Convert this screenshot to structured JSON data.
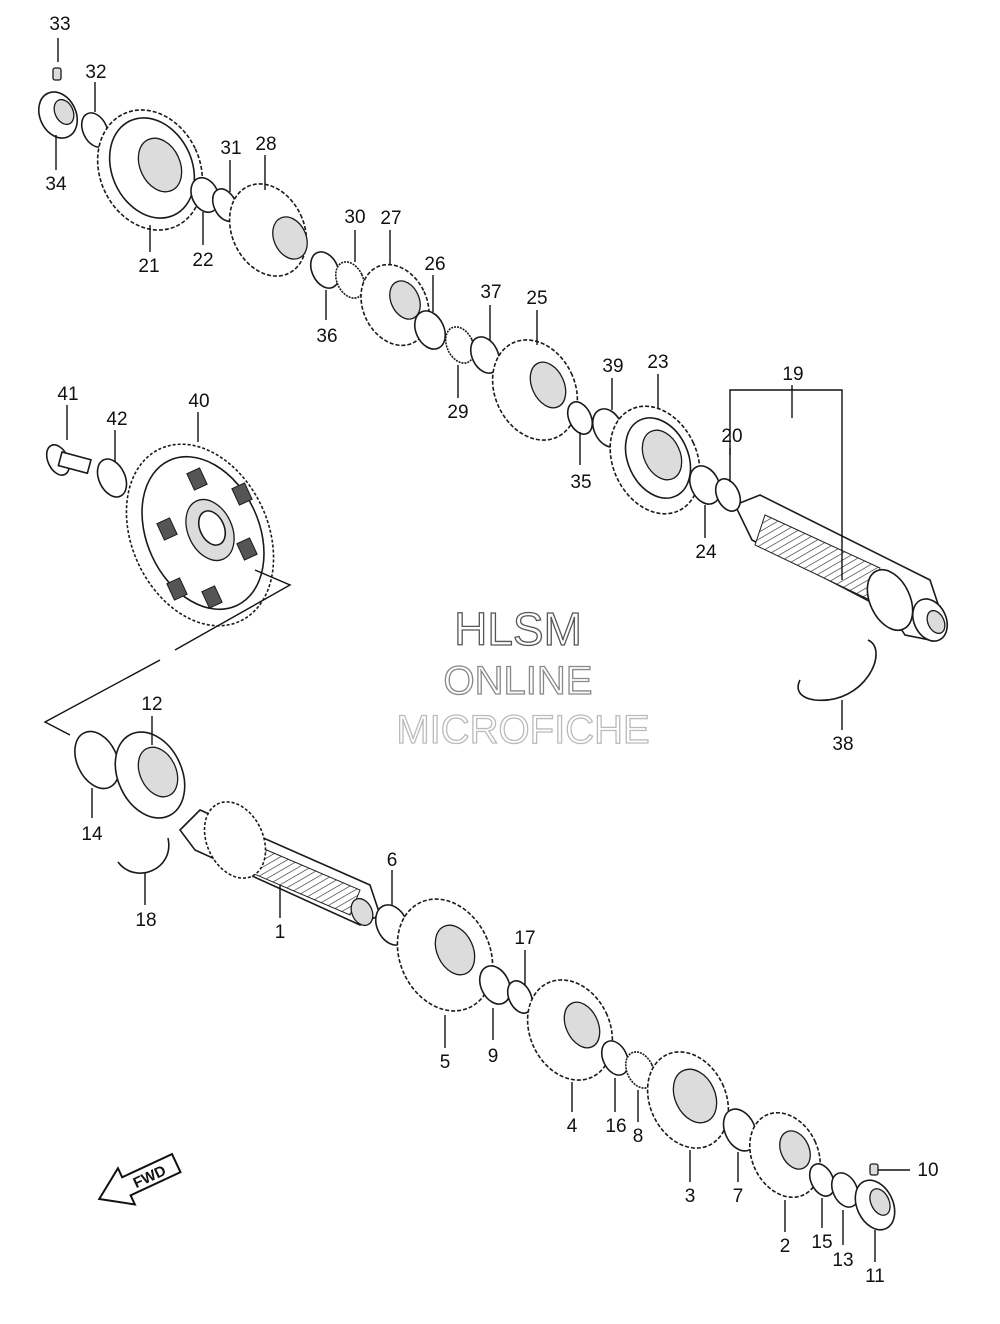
{
  "watermark": {
    "line1": "HLSM",
    "line2": "ONLINE",
    "line3": "MICROFICHE"
  },
  "fwd_label": "FWD",
  "callouts": [
    {
      "id": "33",
      "label": "33"
    },
    {
      "id": "32",
      "label": "32"
    },
    {
      "id": "34",
      "label": "34"
    },
    {
      "id": "21",
      "label": "21"
    },
    {
      "id": "31",
      "label": "31"
    },
    {
      "id": "28",
      "label": "28"
    },
    {
      "id": "22",
      "label": "22"
    },
    {
      "id": "30",
      "label": "30"
    },
    {
      "id": "27",
      "label": "27"
    },
    {
      "id": "26",
      "label": "26"
    },
    {
      "id": "36",
      "label": "36"
    },
    {
      "id": "37",
      "label": "37"
    },
    {
      "id": "25",
      "label": "25"
    },
    {
      "id": "29",
      "label": "29"
    },
    {
      "id": "39",
      "label": "39"
    },
    {
      "id": "23",
      "label": "23"
    },
    {
      "id": "19",
      "label": "19"
    },
    {
      "id": "20",
      "label": "20"
    },
    {
      "id": "35",
      "label": "35"
    },
    {
      "id": "24",
      "label": "24"
    },
    {
      "id": "41",
      "label": "41"
    },
    {
      "id": "42",
      "label": "42"
    },
    {
      "id": "40",
      "label": "40"
    },
    {
      "id": "38",
      "label": "38"
    },
    {
      "id": "12",
      "label": "12"
    },
    {
      "id": "14",
      "label": "14"
    },
    {
      "id": "18",
      "label": "18"
    },
    {
      "id": "1",
      "label": "1"
    },
    {
      "id": "6",
      "label": "6"
    },
    {
      "id": "17",
      "label": "17"
    },
    {
      "id": "5",
      "label": "5"
    },
    {
      "id": "9",
      "label": "9"
    },
    {
      "id": "4",
      "label": "4"
    },
    {
      "id": "16",
      "label": "16"
    },
    {
      "id": "8",
      "label": "8"
    },
    {
      "id": "3",
      "label": "3"
    },
    {
      "id": "7",
      "label": "7"
    },
    {
      "id": "10",
      "label": "10"
    },
    {
      "id": "2",
      "label": "2"
    },
    {
      "id": "15",
      "label": "15"
    },
    {
      "id": "13",
      "label": "13"
    },
    {
      "id": "11",
      "label": "11"
    }
  ]
}
